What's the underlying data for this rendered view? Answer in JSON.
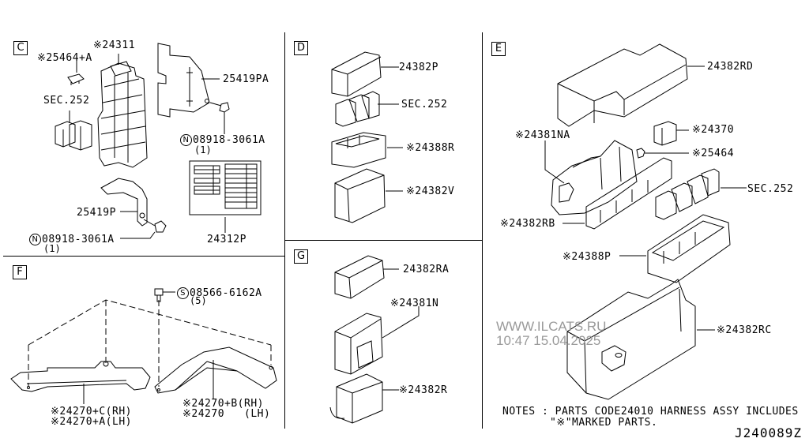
{
  "diagram_code": "J240089Z",
  "sections": {
    "C": {
      "letter": "C",
      "labels": {
        "p24311": "※24311",
        "p25464a": "※25464+A",
        "sec252": "SEC.252",
        "p25419pa": "25419PA",
        "nut1_code": "08918-3061A",
        "nut1_qty": "(1)",
        "p25419p": "25419P",
        "nut2_code": "08918-3061A",
        "nut2_qty": "(1)",
        "p24312p": "24312P",
        "nut_symbol": "N"
      }
    },
    "D": {
      "letter": "D",
      "labels": {
        "p24382p": "24382P",
        "sec252": "SEC.252",
        "p24388r": "※24388R",
        "p24382v": "※24382V"
      }
    },
    "E": {
      "letter": "E",
      "labels": {
        "p24382rd": "24382RD",
        "p24370": "※24370",
        "p24381na": "※24381NA",
        "p25464": "※25464",
        "sec252": "SEC.252",
        "p24382rb": "※24382RB",
        "p24388p": "※24388P",
        "p24382rc": "※24382RC"
      }
    },
    "F": {
      "letter": "F",
      "labels": {
        "screw_symbol": "S",
        "screw_code": "08566-6162A",
        "screw_qty": "(5)",
        "left_rh": "※24270+C(RH)",
        "left_lh": "※24270+A(LH)",
        "right_rh": "※24270+B(RH)",
        "right_lh": "※24270   (LH)"
      }
    },
    "G": {
      "letter": "G",
      "labels": {
        "p24382ra": "24382RA",
        "p24381n": "※24381N",
        "p24382r": "※24382R"
      }
    }
  },
  "watermark": {
    "site": "WWW.ILCATS.RU",
    "timestamp": "10:47 15.04.2025"
  },
  "notes": {
    "line1": "NOTES : PARTS CODE24010 HARNESS ASSY INCLUDES",
    "line2": "\"※\"MARKED PARTS."
  }
}
